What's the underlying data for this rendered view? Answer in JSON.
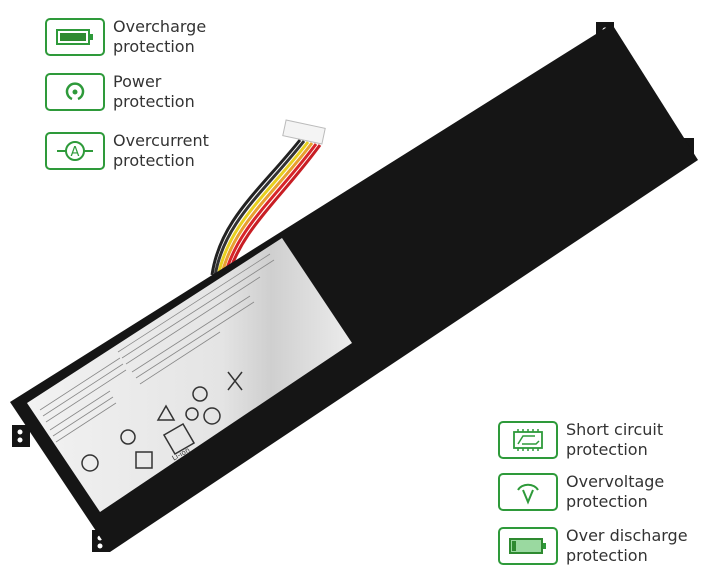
{
  "badges_left": [
    {
      "icon": "battery-full-icon",
      "line1": "Overcharge",
      "line2": "protection"
    },
    {
      "icon": "power-icon",
      "line1": "Power",
      "line2": "protection"
    },
    {
      "icon": "ammeter-icon",
      "line1": "Overcurrent",
      "line2": "protection"
    }
  ],
  "badges_right": [
    {
      "icon": "circuit-board-icon",
      "line1": "Short circuit",
      "line2": "protection"
    },
    {
      "icon": "voltmeter-icon",
      "line1": "Overvoltage",
      "line2": "protection"
    },
    {
      "icon": "battery-low-icon",
      "line1": "Over discharge",
      "line2": "protection"
    }
  ],
  "battery_label": {
    "chemistry": "Li-ion"
  },
  "colors": {
    "accent": "#2e9a3a",
    "battery": "#151515",
    "label": "#e8e8e8"
  }
}
